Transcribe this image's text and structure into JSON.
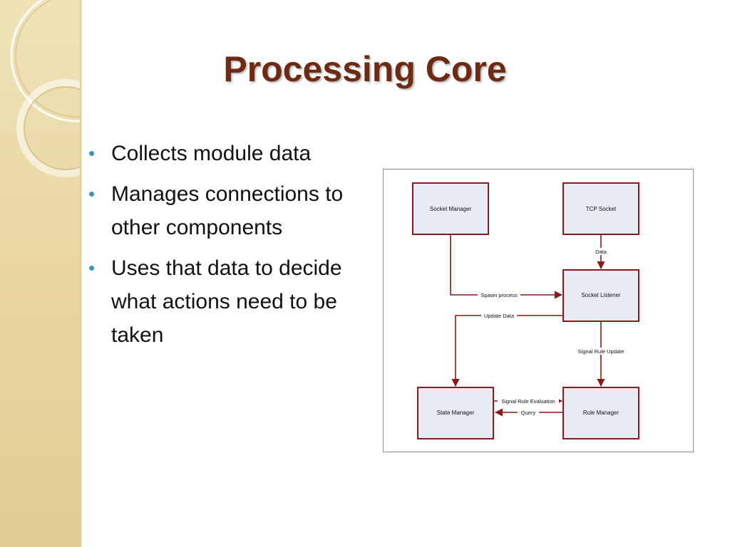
{
  "slide": {
    "title": "Processing Core",
    "bullets": [
      "Collects module data",
      "Manages connections to other components",
      "Uses that data to decide what actions need to be taken"
    ],
    "bullet_glyph": "•"
  },
  "diagram": {
    "nodes": {
      "socket_manager": "Socket Manager",
      "tcp_socket": "TCP Socket",
      "socket_listener": "Socket Listener",
      "state_manager": "State Manager",
      "rule_manager": "Rule Manager"
    },
    "edges": {
      "data": "Data",
      "spawn_process": "Spawn process",
      "update_data": "Update Data",
      "signal_rule_update": "Signal Rule Update",
      "signal_rule_evaluation": "Signal Rule Evaluation",
      "query": "Query"
    }
  },
  "colors": {
    "title": "#6e2a12",
    "bullet": "#3f93b3",
    "box_fill": "#e6ebf6",
    "box_stroke": "#8b1a1a",
    "band": "#e9d7a4"
  }
}
